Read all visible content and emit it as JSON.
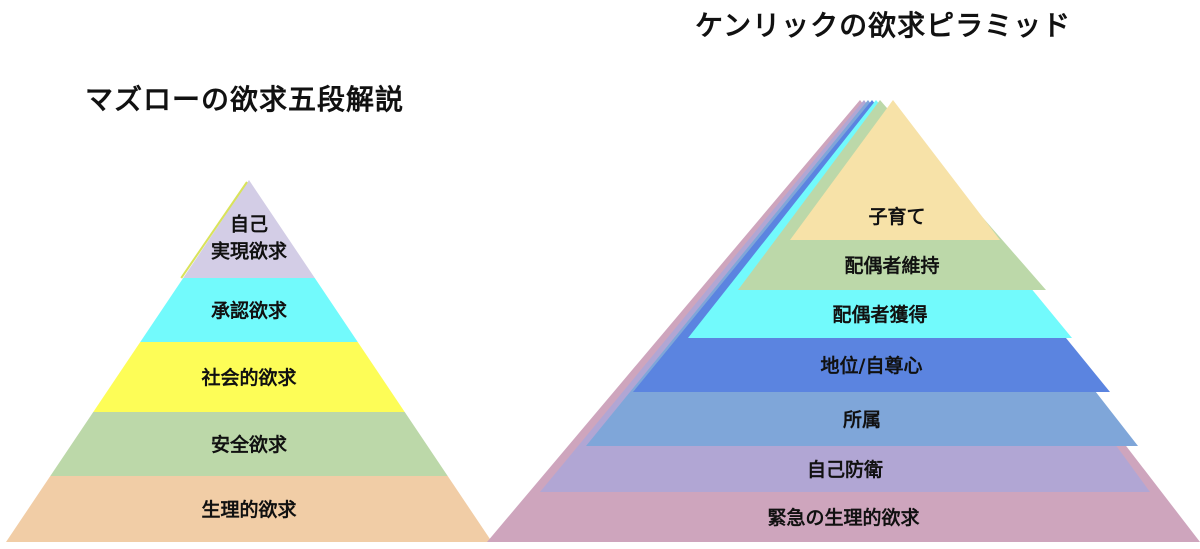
{
  "maslow": {
    "title": "マズローの欲求五段解説",
    "levels": [
      {
        "lines": [
          "自己",
          "実現欲求"
        ],
        "color": "#d3cde6"
      },
      {
        "lines": [
          "承認欲求"
        ],
        "color": "#72fafc"
      },
      {
        "lines": [
          "社会的欲求"
        ],
        "color": "#fdfd57"
      },
      {
        "lines": [
          "安全欲求"
        ],
        "color": "#bcd8a9"
      },
      {
        "lines": [
          "生理的欲求"
        ],
        "color": "#f1cda6"
      }
    ]
  },
  "kenrick": {
    "title": "ケンリックの欲求ピラミッド",
    "levels": [
      {
        "lines": [
          "子育て"
        ],
        "color": "#f7e2a8"
      },
      {
        "lines": [
          "配偶者維持"
        ],
        "color": "#bcd8a9"
      },
      {
        "lines": [
          "配偶者獲得"
        ],
        "color": "#72fafc"
      },
      {
        "lines": [
          "地位/自尊心"
        ],
        "color": "#5b84e0"
      },
      {
        "lines": [
          "所属"
        ],
        "color": "#7fa6d9"
      },
      {
        "lines": [
          "自己防衛"
        ],
        "color": "#b1a6d4"
      },
      {
        "lines": [
          "緊急の生理的欲求"
        ],
        "color": "#cea5bd"
      }
    ]
  }
}
